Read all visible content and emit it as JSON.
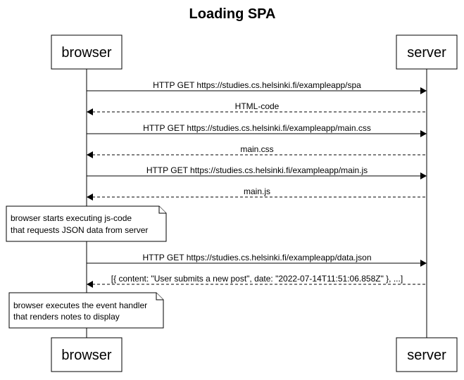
{
  "title": "Loading SPA",
  "participants": [
    {
      "id": "browser",
      "label": "browser"
    },
    {
      "id": "server",
      "label": "server"
    }
  ],
  "messages": [
    {
      "from": "browser",
      "to": "server",
      "style": "solid",
      "label": "HTTP GET https://studies.cs.helsinki.fi/exampleapp/spa"
    },
    {
      "from": "server",
      "to": "browser",
      "style": "dashed",
      "label": "HTML-code"
    },
    {
      "from": "browser",
      "to": "server",
      "style": "solid",
      "label": "HTTP GET https://studies.cs.helsinki.fi/exampleapp/main.css"
    },
    {
      "from": "server",
      "to": "browser",
      "style": "dashed",
      "label": "main.css"
    },
    {
      "from": "browser",
      "to": "server",
      "style": "solid",
      "label": "HTTP GET https://studies.cs.helsinki.fi/exampleapp/main.js"
    },
    {
      "from": "server",
      "to": "browser",
      "style": "dashed",
      "label": "main.js"
    },
    {
      "from": "browser",
      "to": "server",
      "style": "solid",
      "label": "HTTP GET https://studies.cs.helsinki.fi/exampleapp/data.json"
    },
    {
      "from": "server",
      "to": "browser",
      "style": "dashed",
      "label": "[{ content: \"User submits a new post\", date: \"2022-07-14T11:51:06.858Z\" }, ...]"
    }
  ],
  "notes": [
    {
      "over": "browser",
      "lines": [
        "browser starts executing js-code",
        "that requests JSON data from server"
      ]
    },
    {
      "over": "browser",
      "lines": [
        "browser executes the event handler",
        "that renders notes to display"
      ]
    }
  ]
}
